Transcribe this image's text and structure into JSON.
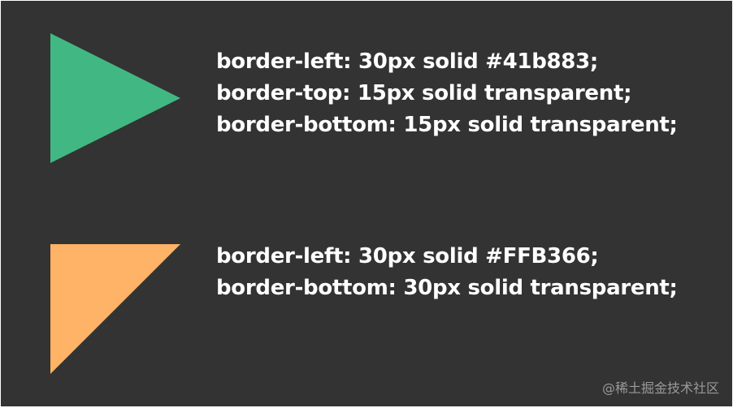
{
  "colors": {
    "background": "#333333",
    "text": "#ffffff",
    "triangle_green": "#41b883",
    "triangle_orange": "#FFB366",
    "watermark": "#9a9a9a"
  },
  "examples": [
    {
      "lines": [
        "border-left: 30px solid #41b883;",
        "border-top: 15px solid transparent;",
        "border-bottom: 15px solid transparent;"
      ]
    },
    {
      "lines": [
        "border-left: 30px solid #FFB366;",
        "border-bottom: 30px solid transparent;"
      ]
    }
  ],
  "watermark": "@稀土掘金技术社区"
}
